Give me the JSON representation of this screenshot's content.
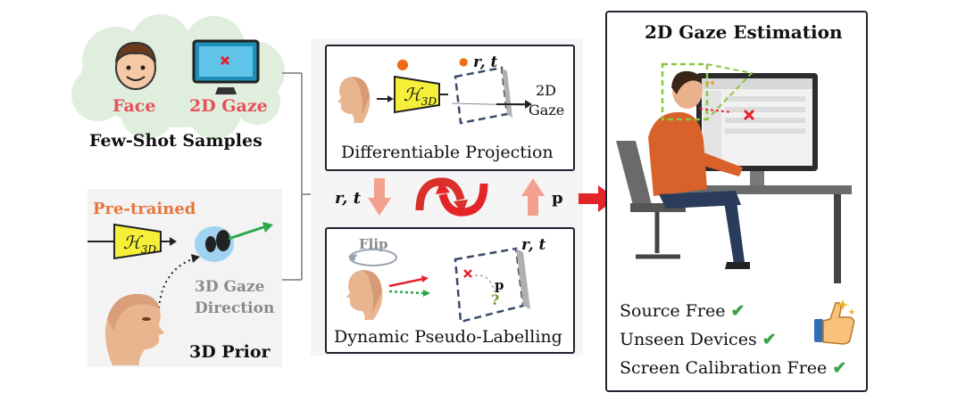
{
  "few_shot": {
    "face_label": "Face",
    "gaze_label": "2D Gaze",
    "caption": "Few-Shot Samples"
  },
  "prior": {
    "pretrained_label": "Pre-trained",
    "model_symbol": "ℋ",
    "model_subscript": "3D",
    "direction_label_line1": "3D Gaze",
    "direction_label_line2": "Direction",
    "caption": "3D Prior"
  },
  "projection": {
    "title": "Differentiable Projection",
    "model_symbol": "ℋ",
    "model_subscript": "3D",
    "rt_label": "r, t",
    "output_line1": "2D",
    "output_line2": "Gaze"
  },
  "loop": {
    "rt_label": "r, t",
    "p_label": "p"
  },
  "pseudo": {
    "title": "Dynamic Pseudo-Labelling",
    "flip_label": "Flip",
    "rt_label": "r, t",
    "p_label": "p",
    "question": "?"
  },
  "estimation": {
    "title": "2D Gaze Estimation",
    "features": [
      "Source Free",
      "Unseen Devices",
      "Screen Calibration Free"
    ]
  },
  "colors": {
    "red_text": "#e8505b",
    "orange_text": "#e8763a",
    "yellow_box": "#f5ef3a",
    "check_green": "#3aa34a",
    "cloud": "#dfeedd",
    "prior_bg": "#f3f3f3",
    "arrow_red": "#e5242a",
    "arrow_pink": "#f4a08e"
  }
}
